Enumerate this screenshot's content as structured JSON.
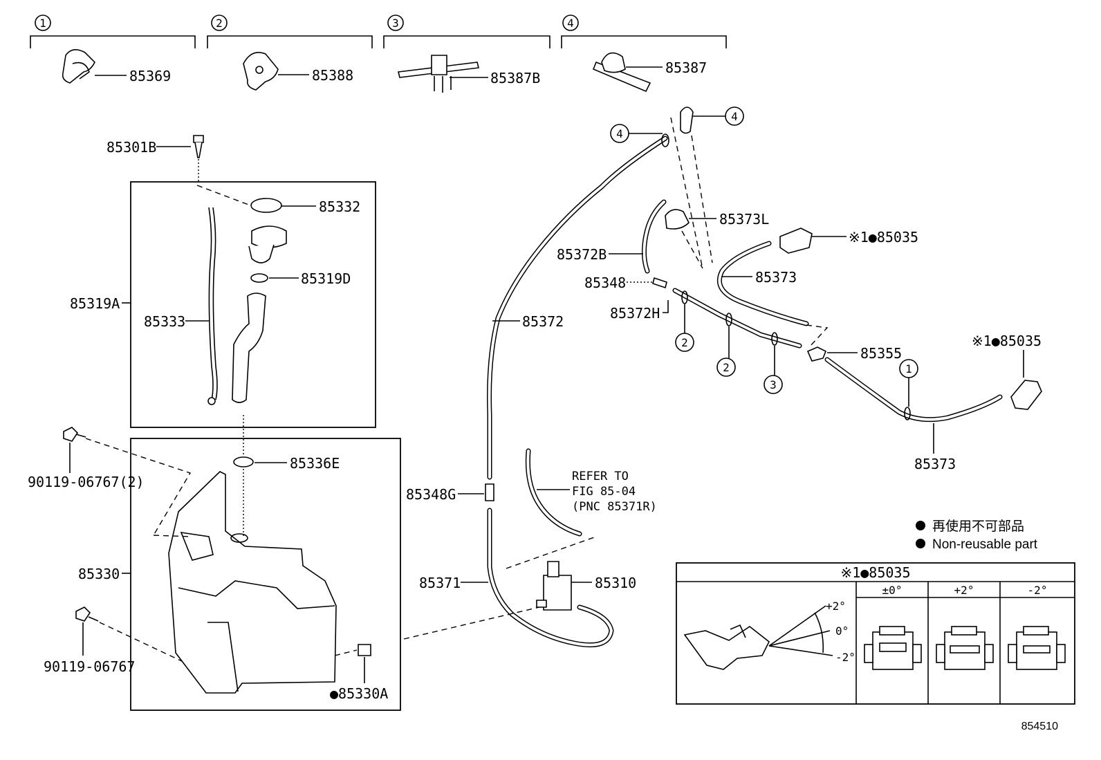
{
  "clip_groups": [
    {
      "num": "1",
      "part": "85369"
    },
    {
      "num": "2",
      "part": "85388"
    },
    {
      "num": "3",
      "part": "85387B"
    },
    {
      "num": "4",
      "part": "85387"
    }
  ],
  "labels": {
    "p85301B": "85301B",
    "p85332": "85332",
    "p85319D": "85319D",
    "p85319A": "85319A",
    "p85333": "85333",
    "p90119_2": "90119-06767(2)",
    "p85336E": "85336E",
    "p85330": "85330",
    "p90119": "90119-06767",
    "p85330A": "●85330A",
    "p85372": "85372",
    "p85348G": "85348G",
    "p85371": "85371",
    "p85310": "85310",
    "p85373L": "85373L",
    "p85372B": "85372B",
    "p85348": "85348",
    "p85372H": "85372H",
    "p85373_top": "85373",
    "p85373_bot": "85373",
    "p85355": "85355",
    "p85035_a": "※1●85035",
    "p85035_b": "※1●85035"
  },
  "circle_callouts": {
    "c4a": "4",
    "c4b": "4",
    "c2a": "2",
    "c2b": "2",
    "c3": "3",
    "c1": "1"
  },
  "refer": {
    "line1": "REFER TO",
    "line2": "FIG 85-04",
    "line3": "(PNC 85371R)"
  },
  "legend": {
    "jp": "再使用不可部品",
    "en": "Non-reusable part"
  },
  "inset": {
    "title": "※1●85035",
    "col1": "±0°",
    "col2": "+2°",
    "col3": "-2°",
    "angle_plus": "+2°",
    "angle_zero": "0°",
    "angle_minus": "-2°"
  },
  "figure_id": "854510"
}
